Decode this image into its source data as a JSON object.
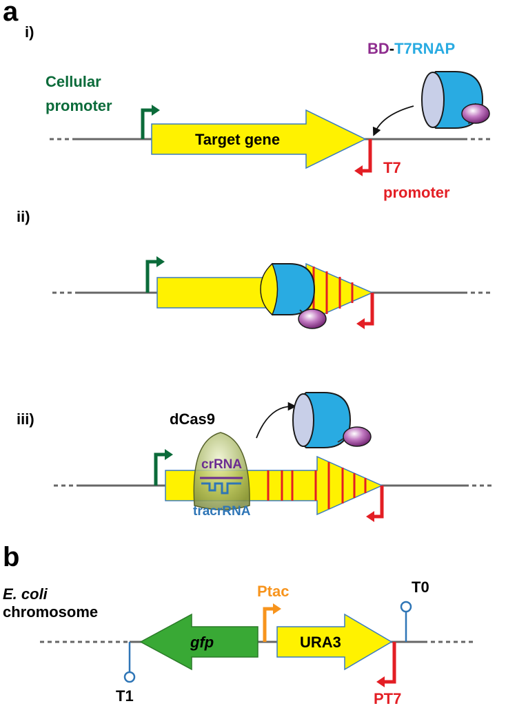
{
  "panel_a": {
    "label": "a",
    "step_i": {
      "label": "i)",
      "bd_label": "BD",
      "dash_label": "-",
      "t7rnap_label": "T7RNAP",
      "cellular_promoter_line1": "Cellular",
      "cellular_promoter_line2": "promoter",
      "target_gene_label": "Target gene",
      "t7_promoter_line1": "T7",
      "t7_promoter_line2": "promoter"
    },
    "step_ii": {
      "label": "ii)"
    },
    "step_iii": {
      "label": "iii)",
      "dcas9_label": "dCas9",
      "crrna_label": "crRNA",
      "tracrrna_label": "tracrRNA"
    }
  },
  "panel_b": {
    "label": "b",
    "ecoli_label": "E. coli",
    "chromosome_label": "chromosome",
    "ptac_label": "Ptac",
    "gfp_label": "gfp",
    "ura3_label": "URA3",
    "t0_label": "T0",
    "t1_label": "T1",
    "pt7_label": "PT7"
  },
  "colors": {
    "gene_yellow": "#FFF200",
    "rnap_blue": "#29ABE2",
    "bd_purple": "#8E2C8E",
    "promoter_green": "#0B6B3A",
    "t7_red": "#E31E24",
    "gfp_green": "#39A935",
    "ptac_orange": "#F7941D",
    "terminator_blue": "#2E75B6",
    "dna_gray": "#666666"
  }
}
